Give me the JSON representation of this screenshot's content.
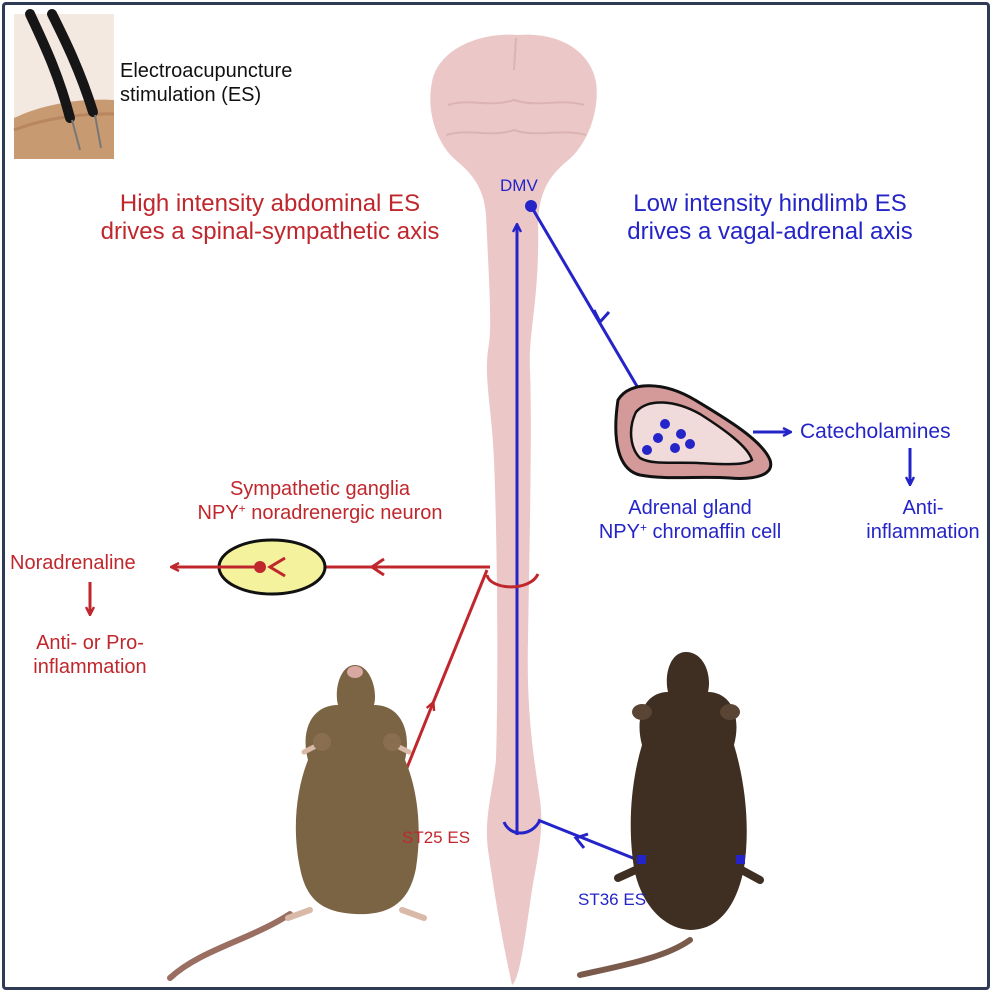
{
  "es_label": {
    "line1": "Electroacupuncture",
    "line2": "stimulation (ES)"
  },
  "left_heading": {
    "line1": "High intensity abdominal ES",
    "line2": "drives a spinal-sympathetic axis"
  },
  "right_heading": {
    "line1": "Low intensity hindlimb ES",
    "line2": "drives a vagal-adrenal axis"
  },
  "dmv": "DMV",
  "ganglia": {
    "line1": "Sympathetic  ganglia",
    "line2_prefix": "NPY",
    "sup": "+",
    "line2_suffix": " noradrenergic neuron"
  },
  "noradrenaline": "Noradrenaline",
  "left_outcome": {
    "line1": "Anti- or Pro-",
    "line2": "inflammation"
  },
  "adrenal": {
    "line1": "Adrenal gland",
    "line2_prefix": "NPY",
    "sup": "+",
    "line2_suffix": " chromaffin cell"
  },
  "catecholamines": "Catecholamines",
  "right_outcome": {
    "line1": "Anti-",
    "line2": "inflammation"
  },
  "st25": "ST25 ES",
  "st36": "ST36 ES",
  "colors": {
    "red": "#c0272d",
    "blue": "#2424c8",
    "spine": "#ecc7c7",
    "adrenal": "#d49a9a",
    "ganglion": "#f4f29c"
  }
}
